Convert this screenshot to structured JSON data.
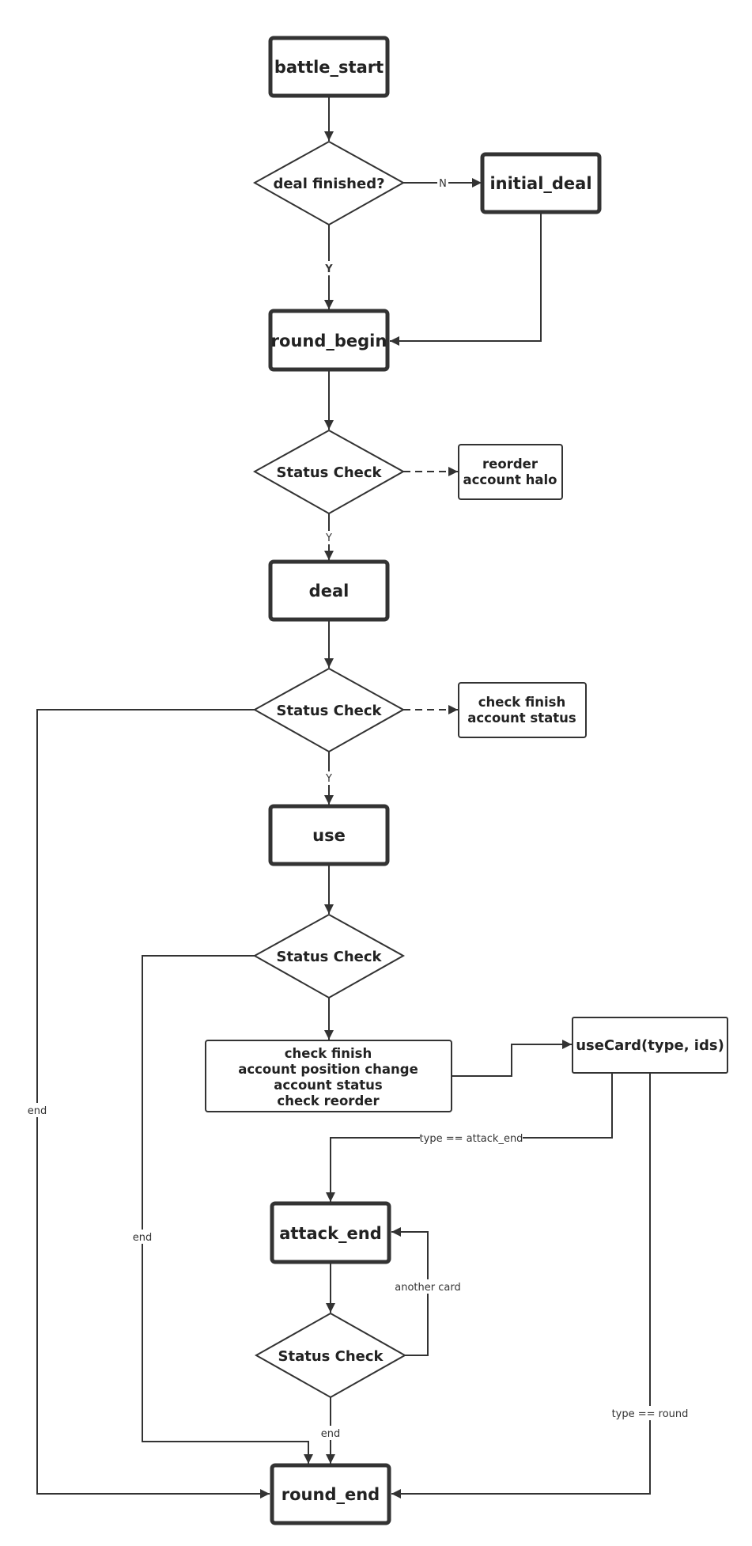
{
  "nodes": {
    "battle_start": "battle_start",
    "deal_finished": "deal finished?",
    "initial_deal": "initial_deal",
    "round_begin": "round_begin",
    "status_check_1": "Status Check",
    "reorder_note": [
      "reorder",
      "account halo"
    ],
    "deal": "deal",
    "status_check_2": "Status Check",
    "check_finish_note": [
      "check finish",
      "account status"
    ],
    "use": "use",
    "status_check_3": "Status Check",
    "check_block": [
      "check finish",
      "account position change",
      "account status",
      "check reorder"
    ],
    "use_card": "useCard(type, ids)",
    "attack_end": "attack_end",
    "status_check_4": "Status Check",
    "round_end": "round_end"
  },
  "edge_labels": {
    "n": "N",
    "y1": "Y",
    "y2": "Y",
    "y3": "Y",
    "end_left": "end",
    "end_mid": "end",
    "end_bottom": "end",
    "type_attack_end": "type == attack_end",
    "another_card": "another card",
    "type_round": "type == round"
  }
}
